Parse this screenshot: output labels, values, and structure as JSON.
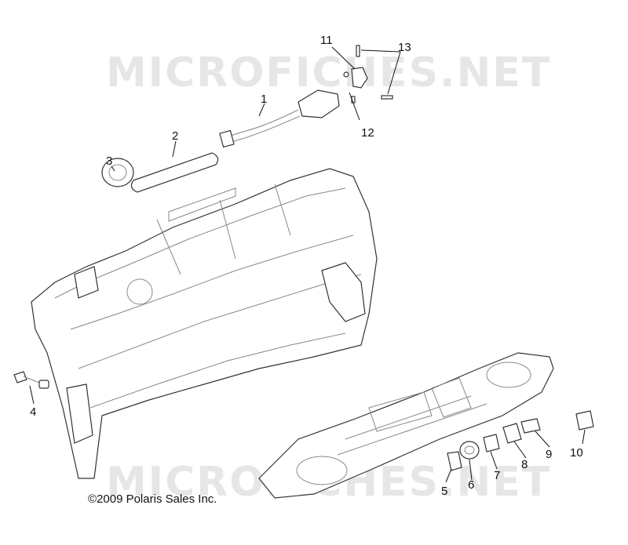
{
  "watermark_top": "MICROFICHES.NET",
  "watermark_bottom": "MICROFICHES.NET",
  "copyright": "©2009 Polaris Sales Inc.",
  "callouts": {
    "c1": "1",
    "c2": "2",
    "c3": "3",
    "c4": "4",
    "c5": "5",
    "c6": "6",
    "c7": "7",
    "c8": "8",
    "c9": "9",
    "c10": "10",
    "c11": "11",
    "c12": "12",
    "c13": "13"
  }
}
